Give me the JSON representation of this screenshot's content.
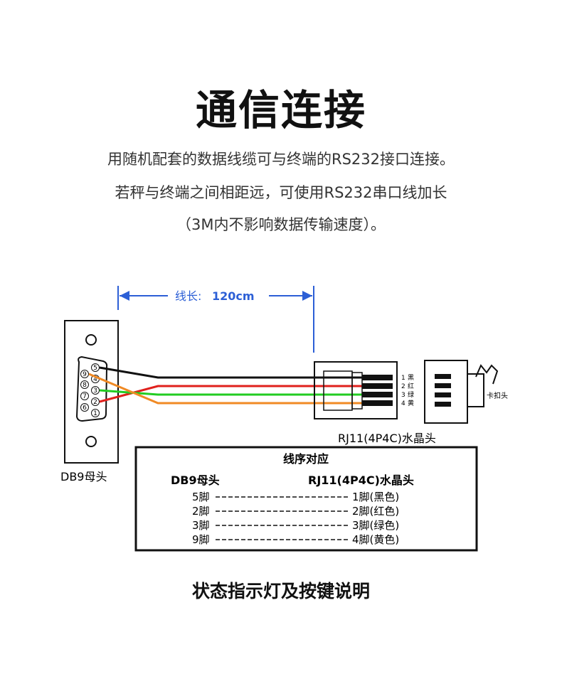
{
  "title": "通信连接",
  "intro": [
    "用随机配套的数据线缆可与终端的RS232接口连接。",
    "若秤与终端之间相距远，可使用RS232串口线加长",
    "（3M内不影响数据传输速度）。"
  ],
  "length": {
    "label": "线长:",
    "value": "120cm"
  },
  "db9": {
    "label": "DB9母头",
    "pins": [
      "5",
      "9",
      "4",
      "8",
      "3",
      "7",
      "2",
      "6",
      "1"
    ]
  },
  "rj11": {
    "label": "RJ11(4P4C)水晶头",
    "wires": [
      {
        "pin": "1",
        "color_name": "黑",
        "color": "#111111"
      },
      {
        "pin": "2",
        "color_name": "红",
        "color": "#e0201c"
      },
      {
        "pin": "3",
        "color_name": "绿",
        "color": "#22cc22"
      },
      {
        "pin": "4",
        "color_name": "黄",
        "color": "#f08a24"
      }
    ],
    "clip_label": "卡扣头"
  },
  "table": {
    "title": "线序对应",
    "col_left": "DB9母头",
    "col_right": "RJ11(4P4C)水晶头",
    "rows": [
      {
        "left": "5脚",
        "right": "1脚(黑色)"
      },
      {
        "left": "2脚",
        "right": "2脚(红色)"
      },
      {
        "left": "3脚",
        "right": "3脚(绿色)"
      },
      {
        "left": "9脚",
        "right": "4脚(黄色)"
      }
    ]
  },
  "footer": "状态指示灯及按键说明"
}
